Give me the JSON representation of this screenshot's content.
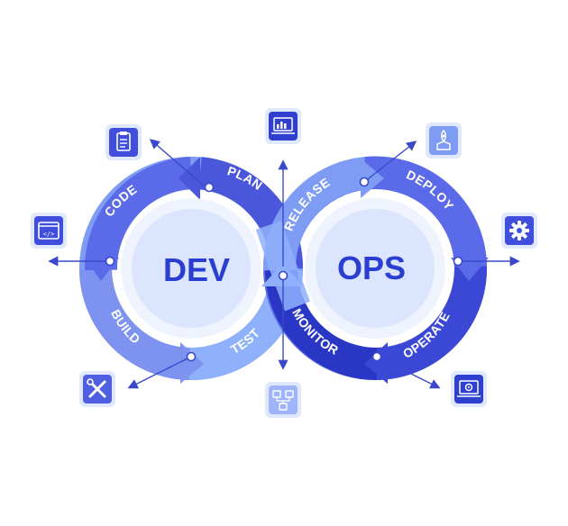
{
  "center": {
    "left": "DEV",
    "right": "OPS"
  },
  "stages": {
    "plan": "PLAN",
    "code": "CODE",
    "build": "BUILD",
    "test": "TEST",
    "release": "RELEASE",
    "deploy": "DEPLOY",
    "operate": "OPERATE",
    "monitor": "MONITOR"
  },
  "icons": {
    "plan": "clipboard-icon",
    "code": "code-window-icon",
    "build": "wrench-screwdriver-icon",
    "test": "flowchart-icon",
    "release": "laptop-chart-icon",
    "deploy": "rocket-box-icon",
    "operate": "gear-icon",
    "monitor": "laptop-gear-icon"
  },
  "colors": {
    "dark": "#2f3fcf",
    "mid": "#5b6ae8",
    "light": "#7f9cf5",
    "lighter": "#9fb4fa",
    "center": "#dfe8fd",
    "connector": "#3a49c9"
  }
}
